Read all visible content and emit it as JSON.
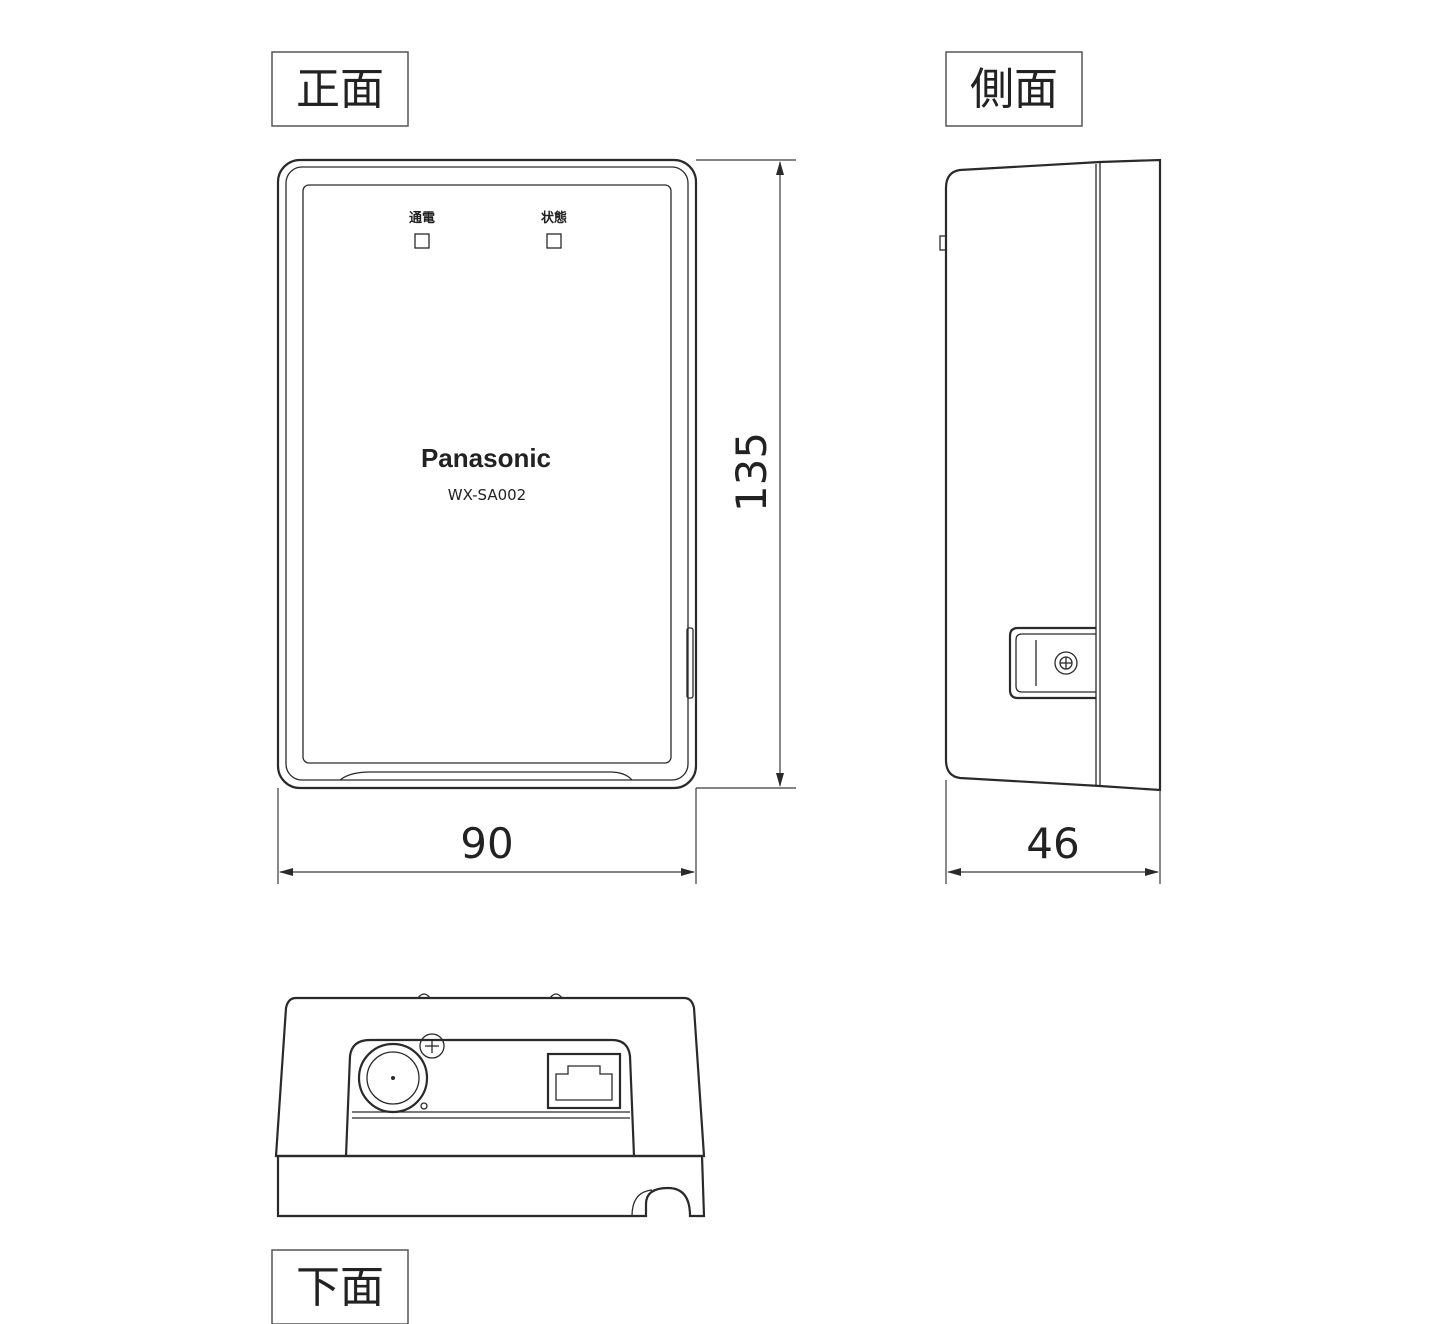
{
  "labels": {
    "front": "正面",
    "side": "側面",
    "bottom": "下面"
  },
  "front_panel": {
    "led_power": "通電",
    "led_status": "状態",
    "brand": "Panasonic",
    "model": "WX-SA002"
  },
  "dimensions": {
    "width": "90",
    "height": "135",
    "depth": "46"
  }
}
